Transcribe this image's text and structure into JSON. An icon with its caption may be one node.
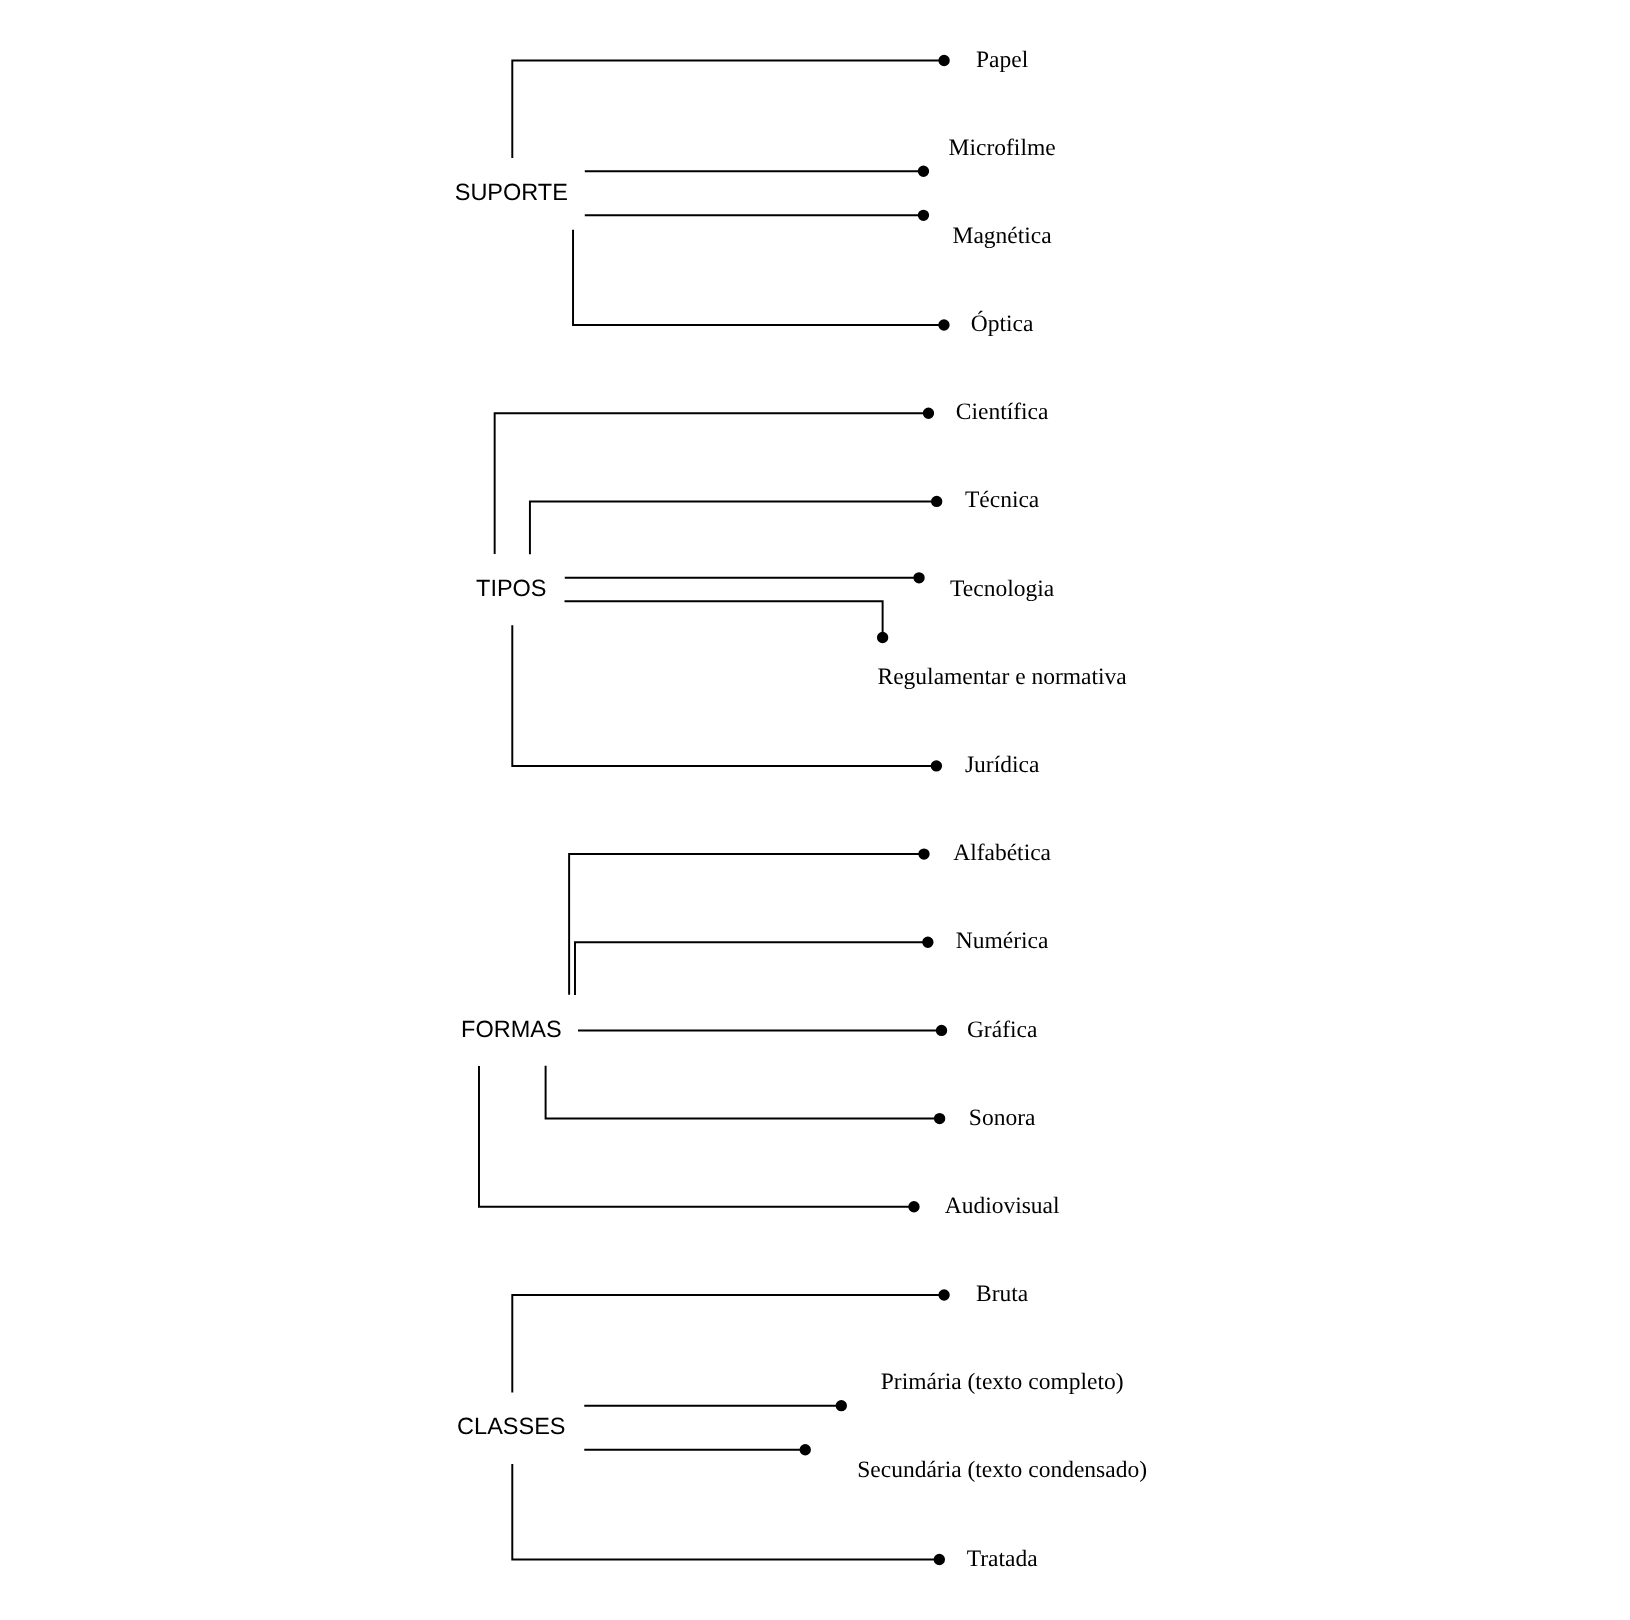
{
  "diagram": {
    "nodes": [
      {
        "text": [
          "CLASSES"
        ]
      },
      {
        "text": [
          "Bruta"
        ]
      },
      {
        "text": [
          "Primária (texto completo)"
        ]
      },
      {
        "text": [
          "Secundária (texto condensado)"
        ]
      },
      {
        "text": [
          "Tratada"
        ]
      },
      {
        "text": [
          "FORMAS"
        ]
      },
      {
        "text": [
          "Alfabética"
        ]
      },
      {
        "text": [
          "Numérica"
        ]
      },
      {
        "text": [
          "Gráfica"
        ]
      },
      {
        "text": [
          "Sonora"
        ]
      },
      {
        "text": [
          "Audiovisual"
        ]
      },
      {
        "text": [
          "TIPOS"
        ]
      },
      {
        "text": [
          "Científica"
        ]
      },
      {
        "text": [
          "Técnica"
        ]
      },
      {
        "text": [
          "Tecnologia"
        ]
      },
      {
        "text": [
          "Regulamentar e normativa"
        ]
      },
      {
        "text": [
          "Jurídica"
        ]
      },
      {
        "text": [
          "SUPORTE"
        ]
      },
      {
        "text": [
          "Papel"
        ]
      },
      {
        "text": [
          "Microfilme"
        ]
      },
      {
        "text": [
          "Magnética"
        ]
      },
      {
        "text": [
          "Óptica"
        ]
      }
    ],
    "edges": [
      {
        "from": 0,
        "to": 1,
        "arrow": "other"
      },
      {
        "from": 0,
        "to": 2,
        "arrow": "other"
      },
      {
        "from": 0,
        "to": 3,
        "arrow": "other"
      },
      {
        "from": 0,
        "to": 4,
        "arrow": "other"
      },
      {
        "from": 5,
        "to": 6,
        "arrow": "other"
      },
      {
        "from": 5,
        "to": 7,
        "arrow": "other"
      },
      {
        "from": 5,
        "to": 8,
        "arrow": "other"
      },
      {
        "from": 5,
        "to": 9,
        "arrow": "other"
      },
      {
        "from": 5,
        "to": 10,
        "arrow": "other"
      },
      {
        "from": 11,
        "to": 12,
        "arrow": "other"
      },
      {
        "from": 11,
        "to": 13,
        "arrow": "other"
      },
      {
        "from": 11,
        "to": 14,
        "arrow": "other"
      },
      {
        "from": 11,
        "to": 15,
        "arrow": "other"
      },
      {
        "from": 11,
        "to": 16,
        "arrow": "other"
      },
      {
        "from": 17,
        "to": 18,
        "arrow": "other"
      },
      {
        "from": 17,
        "to": 19,
        "arrow": "other"
      },
      {
        "from": 17,
        "to": 20,
        "arrow": "other"
      },
      {
        "from": 17,
        "to": 21,
        "arrow": "other"
      }
    ]
  }
}
